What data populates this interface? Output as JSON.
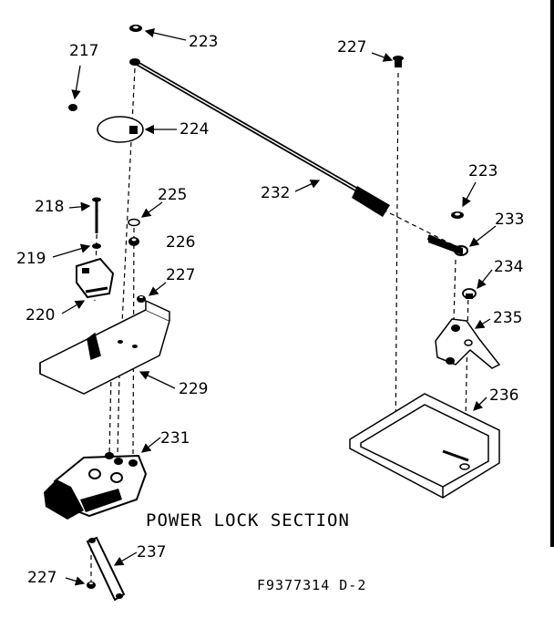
{
  "diagram": {
    "section_title": "POWER  LOCK SECTION",
    "figure_code": "F9377314   D-2",
    "parts": [
      {
        "key": "p223a",
        "label": "223"
      },
      {
        "key": "p227a",
        "label": "227"
      },
      {
        "key": "p217",
        "label": "217"
      },
      {
        "key": "p224",
        "label": "224"
      },
      {
        "key": "p223b",
        "label": "223"
      },
      {
        "key": "p232",
        "label": "232"
      },
      {
        "key": "p233",
        "label": "233"
      },
      {
        "key": "p218",
        "label": "218"
      },
      {
        "key": "p225",
        "label": "225"
      },
      {
        "key": "p226",
        "label": "226"
      },
      {
        "key": "p219",
        "label": "219"
      },
      {
        "key": "p227b",
        "label": "227"
      },
      {
        "key": "p234",
        "label": "234"
      },
      {
        "key": "p235",
        "label": "235"
      },
      {
        "key": "p220",
        "label": "220"
      },
      {
        "key": "p229",
        "label": "229"
      },
      {
        "key": "p236",
        "label": "236"
      },
      {
        "key": "p231",
        "label": "231"
      },
      {
        "key": "p237",
        "label": "237"
      },
      {
        "key": "p227c",
        "label": "227"
      }
    ]
  }
}
